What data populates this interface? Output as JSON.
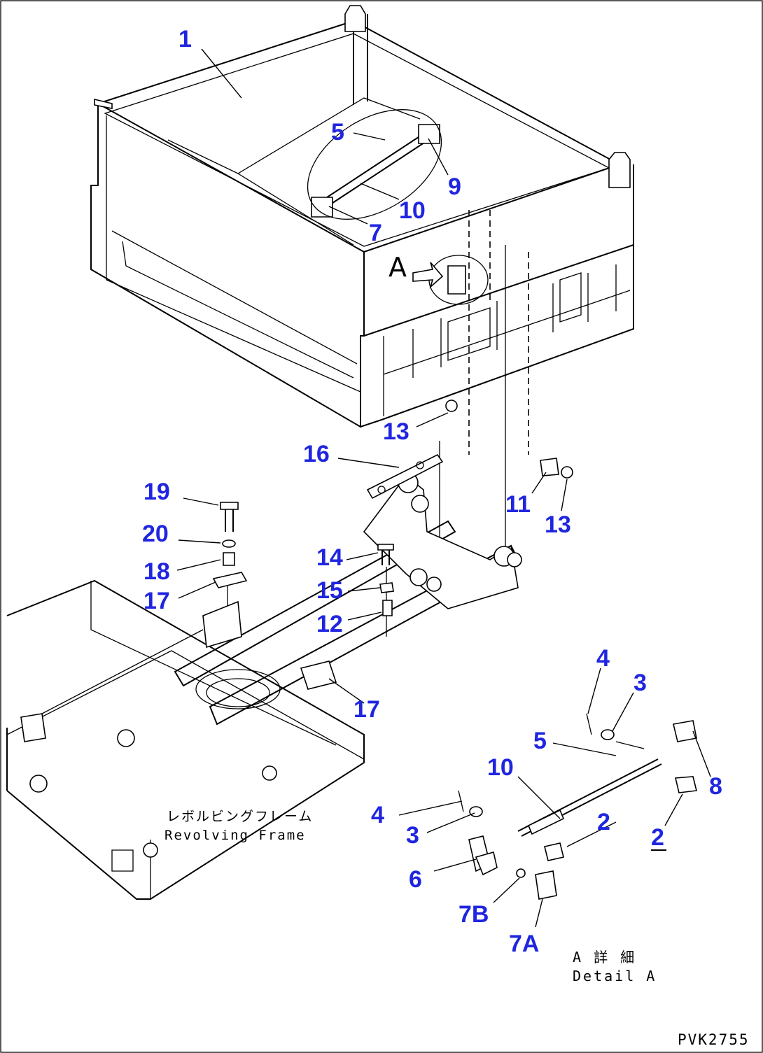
{
  "drawing": {
    "id": "PVK2755",
    "frame_label_jp": "レボルビングフレーム",
    "frame_label_en": "Revolving Frame",
    "detail_label_jp": "A 詳 細",
    "detail_label_en": "Detail A",
    "view_marker": "A"
  },
  "callouts": [
    {
      "key": "c1",
      "text": "1"
    },
    {
      "key": "c5",
      "text": "5"
    },
    {
      "key": "c9",
      "text": "9"
    },
    {
      "key": "c10",
      "text": "10"
    },
    {
      "key": "c7",
      "text": "7"
    },
    {
      "key": "c13a",
      "text": "13"
    },
    {
      "key": "c16",
      "text": "16"
    },
    {
      "key": "c11",
      "text": "11"
    },
    {
      "key": "c13b",
      "text": "13"
    },
    {
      "key": "c19",
      "text": "19"
    },
    {
      "key": "c20",
      "text": "20"
    },
    {
      "key": "c18",
      "text": "18"
    },
    {
      "key": "c17a",
      "text": "17"
    },
    {
      "key": "c14",
      "text": "14"
    },
    {
      "key": "c15",
      "text": "15"
    },
    {
      "key": "c12",
      "text": "12"
    },
    {
      "key": "c17b",
      "text": "17"
    },
    {
      "key": "c4a",
      "text": "4"
    },
    {
      "key": "c3a",
      "text": "3"
    },
    {
      "key": "c5b",
      "text": "5"
    },
    {
      "key": "c8",
      "text": "8"
    },
    {
      "key": "c10b",
      "text": "10"
    },
    {
      "key": "c4b",
      "text": "4"
    },
    {
      "key": "c2a",
      "text": "2"
    },
    {
      "key": "c3b",
      "text": "3"
    },
    {
      "key": "c2b",
      "text": "2"
    },
    {
      "key": "c6",
      "text": "6"
    },
    {
      "key": "c7b",
      "text": "7B"
    },
    {
      "key": "c7a",
      "text": "7A"
    }
  ],
  "colors": {
    "callout": "#1f25e0",
    "line": "#000000",
    "background": "#ffffff"
  }
}
